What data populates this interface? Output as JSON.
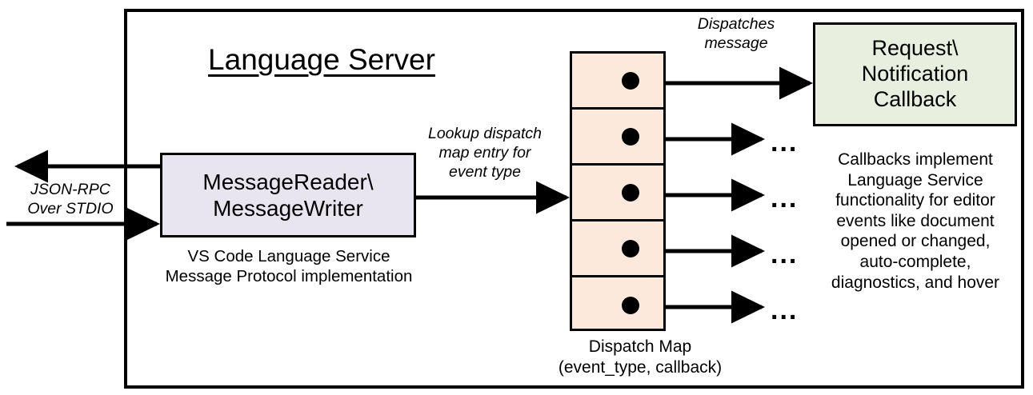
{
  "diagram": {
    "title": "Language Server",
    "outer_container_name": "Language Server boundary"
  },
  "transport": {
    "label": "JSON-RPC\nOver STDIO",
    "outbound_arrow": "outbound-response-arrow",
    "inbound_arrow": "inbound-request-arrow"
  },
  "message_io": {
    "title": "MessageReader\\\nMessageWriter",
    "caption": "VS Code Language Service\nMessage Protocol implementation"
  },
  "lookup": {
    "label": "Lookup dispatch\nmap entry for\nevent type"
  },
  "dispatch": {
    "label": "Dispatches\nmessage"
  },
  "dispatch_map": {
    "caption": "Dispatch Map\n(event_type, callback)",
    "row_count": 5,
    "rows": [
      {
        "index": 0,
        "target": "Request\\Notification Callback"
      },
      {
        "index": 1,
        "target": "..."
      },
      {
        "index": 2,
        "target": "..."
      },
      {
        "index": 3,
        "target": "..."
      },
      {
        "index": 4,
        "target": "..."
      }
    ],
    "ellipsis": "..."
  },
  "callback": {
    "title": "Request\\\nNotification\nCallback",
    "caption": "Callbacks implement\nLanguage Service\nfunctionality for editor\nevents like document\nopened or changed,\nauto-complete,\ndiagnostics, and hover"
  },
  "colors": {
    "message_io_fill": "#e9e5f0",
    "dispatch_map_fill": "#fce9db",
    "callback_fill": "#e8efdf",
    "stroke": "#000000",
    "background": "#ffffff"
  }
}
